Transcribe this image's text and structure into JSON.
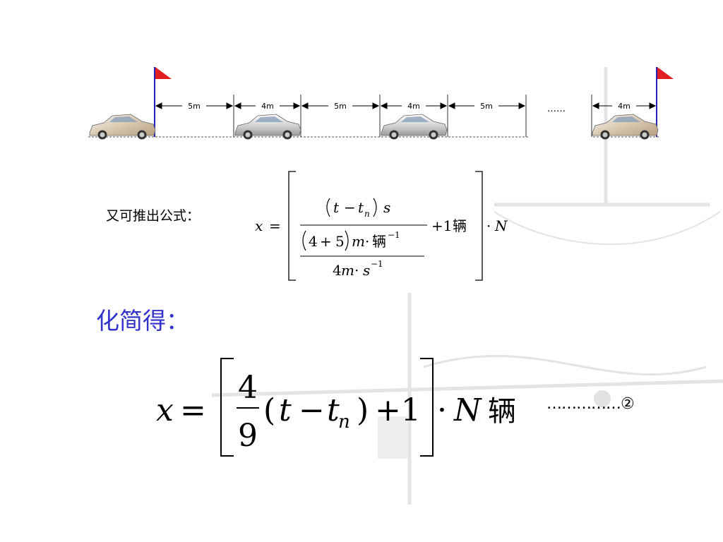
{
  "diagram": {
    "gaps": [
      "5m",
      "4m",
      "5m",
      "4m",
      "5m",
      "4m"
    ],
    "ellipsis": "……"
  },
  "formula1": {
    "intro": "又可推出公式：",
    "x": "x",
    "eq": "=",
    "t": "t",
    "minus": "−",
    "tn_t": "t",
    "tn_sub": "n",
    "s": "s",
    "den1_4": "4",
    "den1_plus": "+",
    "den1_5": "5",
    "den1_m": "m",
    "den1_dot": "·",
    "den1_unit": "辆",
    "den1_exp": "−1",
    "den2_4": "4",
    "den2_m": "m",
    "den2_dot": "·",
    "den2_s": "s",
    "den2_exp": "−1",
    "plus1": "+1",
    "plus1_unit": "辆",
    "dot": "·",
    "N": "N"
  },
  "formula2": {
    "label": "化简得：",
    "x": "x",
    "eq": "=",
    "num": "4",
    "den": "9",
    "lp": "(",
    "t": "t",
    "minus": "−",
    "tn_t": "t",
    "tn_sub": "n",
    "rp": ")",
    "plus1": "+1",
    "dot": "·",
    "N": "N",
    "unit": "辆",
    "marker": "……………②"
  },
  "colors": {
    "flag": "#e02020",
    "pole": "#2222bb",
    "label_blue": "#3333cc",
    "watermark": "#e6e6e6"
  }
}
